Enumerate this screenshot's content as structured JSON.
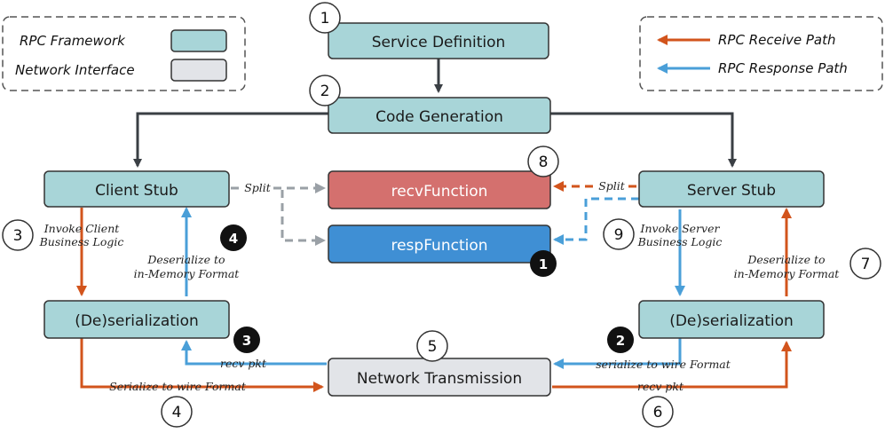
{
  "legend_left": {
    "rpc_framework_label": "RPC Framework",
    "network_interface_label": "Network Interface",
    "rpc_framework_color": "#a8d5d8",
    "network_interface_color": "#e2e4e8"
  },
  "legend_right": {
    "receive_path_label": "RPC Receive Path",
    "response_path_label": "RPC Response Path",
    "receive_color": "#d2541c",
    "response_color": "#4a9fd8"
  },
  "boxes": {
    "service_definition": "Service Definition",
    "code_generation": "Code Generation",
    "client_stub": "Client Stub",
    "server_stub": "Server Stub",
    "recv_function": "recvFunction",
    "resp_function": "respFunction",
    "client_deser": "(De)serialization",
    "server_deser": "(De)serialization",
    "network_transmission": "Network Transmission"
  },
  "annotations": {
    "split_left": "Split",
    "split_right": "Split",
    "invoke_client_1": "Invoke Client",
    "invoke_client_2": "Business Logic",
    "invoke_server_1": "Invoke Server",
    "invoke_server_2": "Business Logic",
    "deser_left_1": "Deserialize to",
    "deser_left_2": "in-Memory Format",
    "deser_right_1": "Deserialize to",
    "deser_right_2": "in-Memory Format",
    "recv_pkt_left": "recv pkt",
    "recv_pkt_right": "recv pkt",
    "serialize_left": "Serialize to wire Format",
    "serialize_right": "serialize to wire Format"
  },
  "step_numbers": {
    "n1_service": "1",
    "n2_codegen": "2",
    "n3_invoke_client": "3",
    "n4_serialize": "4",
    "n5_network": "5",
    "n6_recv": "6",
    "n7_deser": "7",
    "n8_recv_func": "8",
    "n9_invoke_server": "9",
    "b1_resp_func": "1",
    "b2_serialize": "2",
    "b3_recv": "3",
    "b4_deser": "4"
  }
}
